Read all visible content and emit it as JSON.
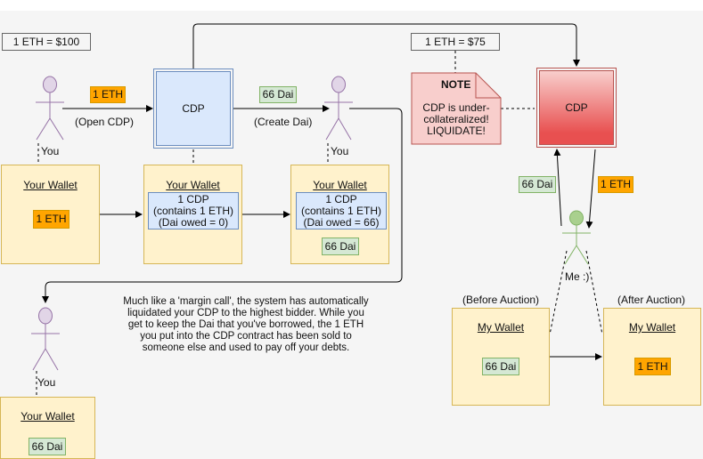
{
  "prices": {
    "initial": "1 ETH = $100",
    "later": "1 ETH = $75"
  },
  "actors": {
    "you": "You",
    "me": "Me :)"
  },
  "cdp": {
    "label": "CDP",
    "liquidated_label": "CDP"
  },
  "steps": {
    "open_cdp": "(Open CDP)",
    "create_dai": "(Create Dai)"
  },
  "tokens": {
    "eth": "1 ETH",
    "dai": "66 Dai"
  },
  "wallets": {
    "your_wallet": "Your Wallet",
    "my_wallet": "My Wallet"
  },
  "cdp_info": {
    "line1": "1 CDP",
    "line2": "(contains 1 ETH)",
    "owed_zero": "(Dai owed = 0)",
    "owed_66": "(Dai owed = 66)"
  },
  "note": {
    "title": "NOTE",
    "line1": "CDP is under-",
    "line2": "collateralized!",
    "line3": "LIQUIDATE!"
  },
  "auction": {
    "before": "(Before Auction)",
    "after": "(After Auction)"
  },
  "explanation": {
    "line1": "Much like a 'margin call', the system has automatically",
    "line2": "liquidated your CDP to the highest bidder. While you",
    "line3": "get to keep the Dai that you've borrowed, the 1 ETH",
    "line4": "you put into the CDP contract has been sold to",
    "line5": "someone else and used to pay off your debts."
  },
  "colors": {
    "eth": "#ffa500",
    "dai": "#d5e8d4",
    "wallet": "#fff2cc",
    "cdp": "#dae8fc",
    "cdp_liquidated": "#e85050",
    "note": "#f8cecc",
    "actor": "#e1d5e7",
    "me_actor": "#a9d08e"
  }
}
